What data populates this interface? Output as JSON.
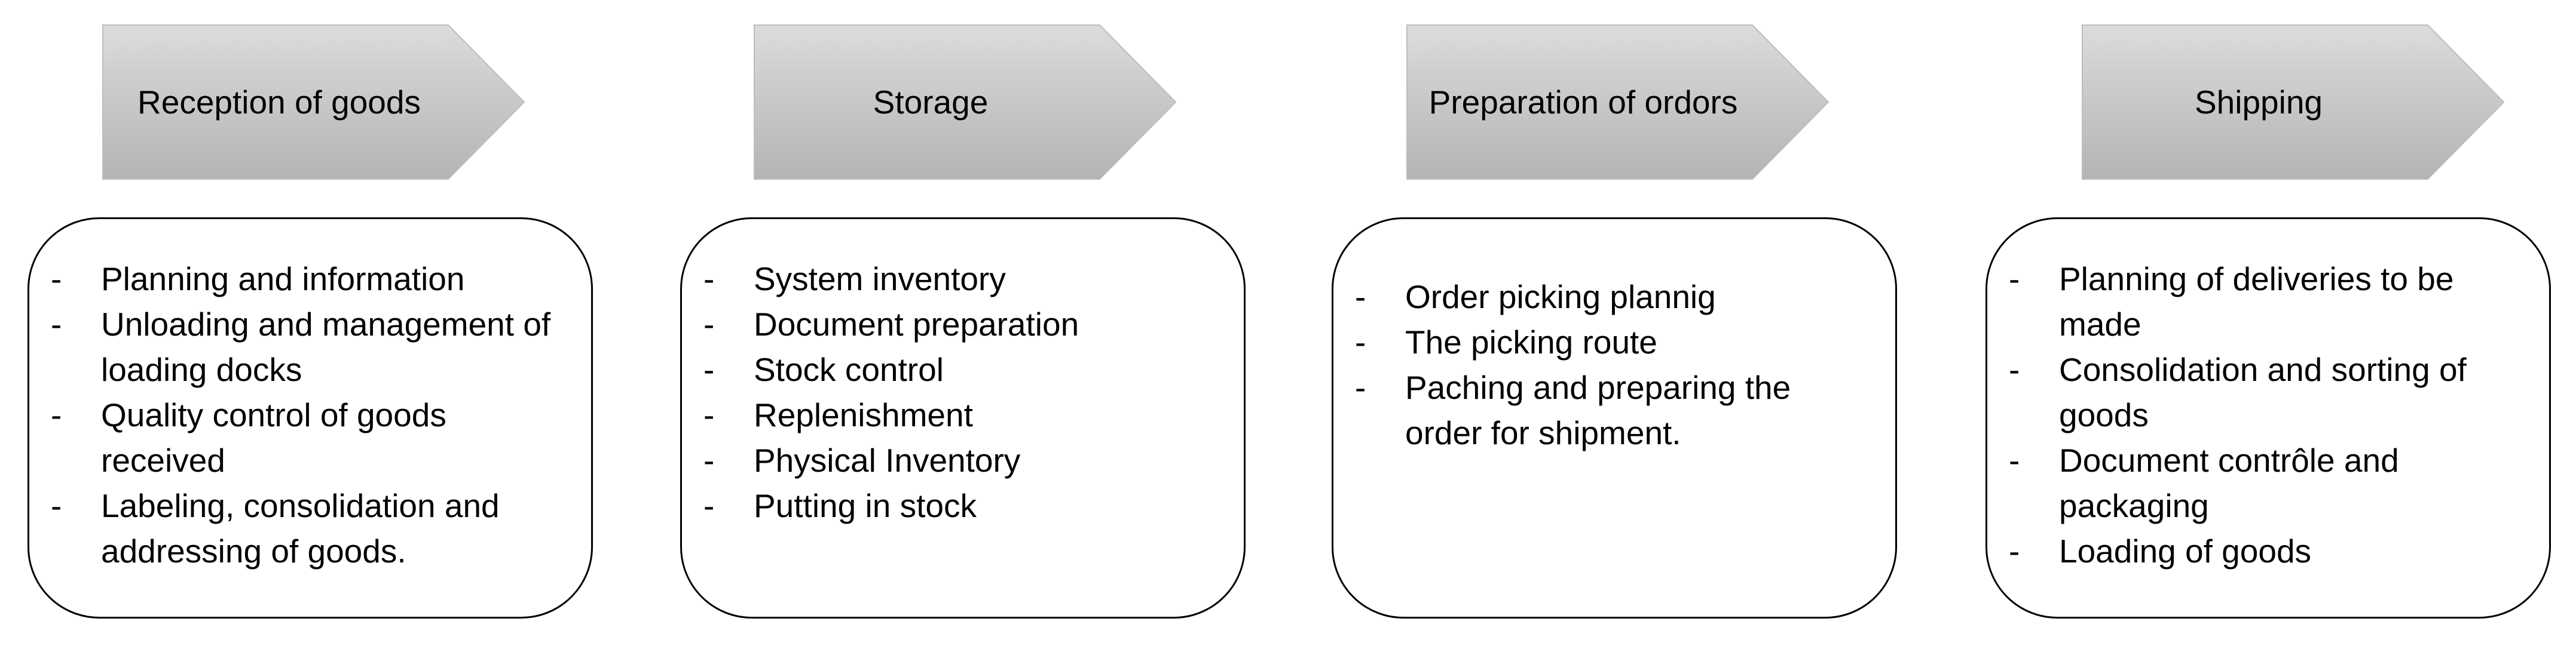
{
  "colors": {
    "chevron_fill_top": "#dcdcdc",
    "chevron_fill_bottom": "#b4b4b4",
    "chevron_stroke": "#bdbdbd",
    "box_border": "#000000",
    "text": "#000000"
  },
  "steps": [
    {
      "title": "Reception of goods",
      "items": [
        "Planning and information",
        "Unloading and management of loading docks",
        "Quality control of goods received",
        "Labeling, consolidation and addressing of goods."
      ]
    },
    {
      "title": "Storage",
      "items": [
        "System inventory",
        "Document preparation",
        "Stock control",
        "Replenishment",
        "Physical Inventory",
        "Putting in stock"
      ]
    },
    {
      "title": "Preparation of ordors",
      "items": [
        "Order picking plannig",
        "The picking route",
        "Paching and preparing the order for shipment."
      ]
    },
    {
      "title": "Shipping",
      "items": [
        "Planning of deliveries to be made",
        "Consolidation and sorting of goods",
        "Document contrôle and packaging",
        "Loading of goods"
      ]
    }
  ]
}
